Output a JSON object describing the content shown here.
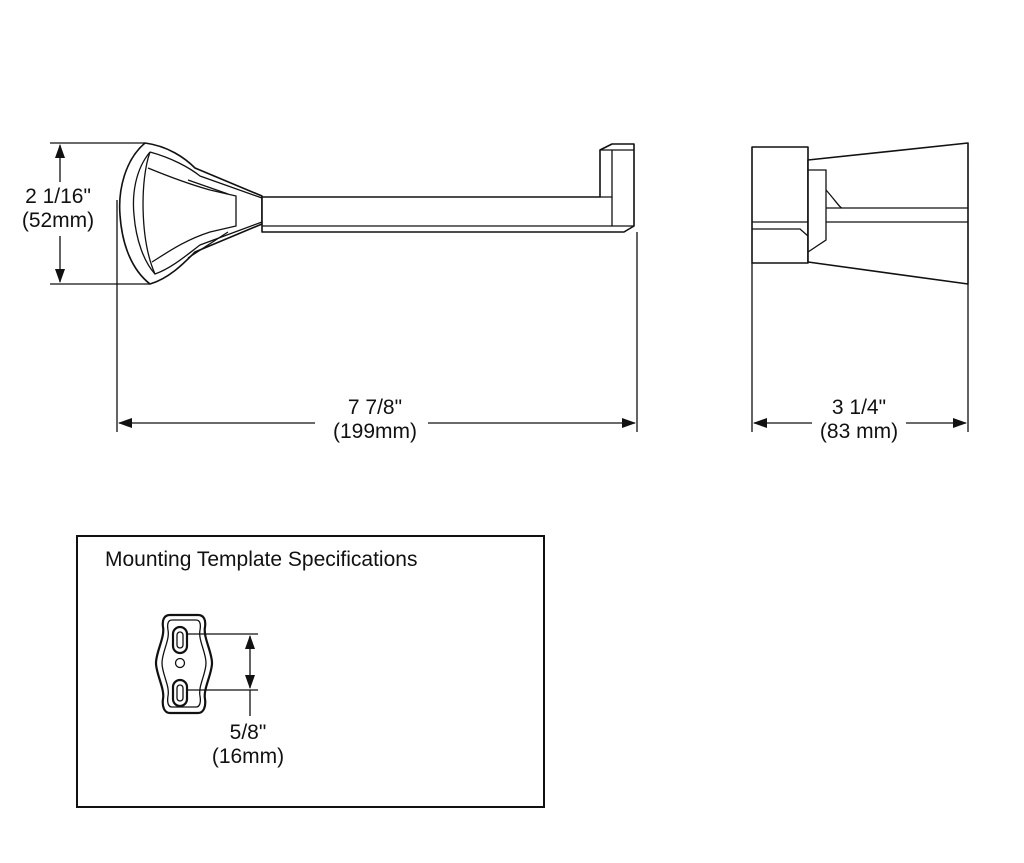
{
  "dimensions": {
    "height": {
      "imperial": "2 1/16\"",
      "metric": "(52mm)"
    },
    "length": {
      "imperial": "7 7/8\"",
      "metric": "(199mm)"
    },
    "projection": {
      "imperial": "3 1/4\"",
      "metric": "(83 mm)"
    },
    "slot_spacing": {
      "imperial": "5/8\"",
      "metric": "(16mm)"
    }
  },
  "template": {
    "title": "Mounting Template Specifications"
  }
}
